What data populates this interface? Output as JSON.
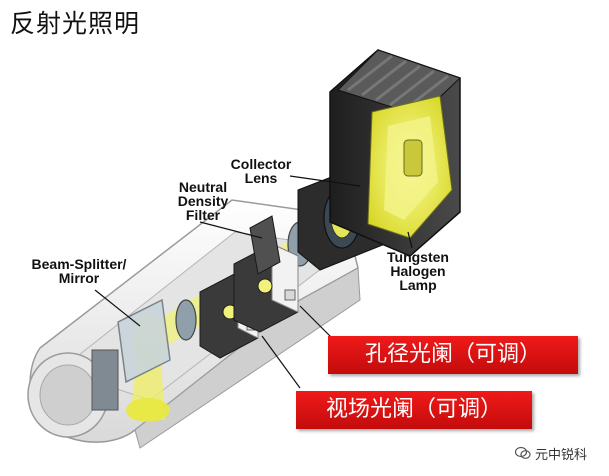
{
  "title": "反射光照明",
  "labels": {
    "collector_lens": [
      "Collector",
      "Lens"
    ],
    "neutral_density_filter": [
      "Neutral",
      "Density",
      "Filter"
    ],
    "beam_splitter": [
      "Beam-Splitter/",
      "Mirror"
    ],
    "tungsten_lamp": [
      "Tungsten",
      "Halogen",
      "Lamp"
    ]
  },
  "callouts": {
    "aperture_diaphragm": "孔径光阑（可调）",
    "field_diaphragm": "视场光阑（可调）"
  },
  "watermark": "元中锐科",
  "colors": {
    "callout_red": "#e01010",
    "lamp_yellow": "#e8e83a",
    "light_path": "#f2f27a",
    "housing_white": "#f2f2f2",
    "lamp_housing_dark": "#2e2e2e"
  }
}
